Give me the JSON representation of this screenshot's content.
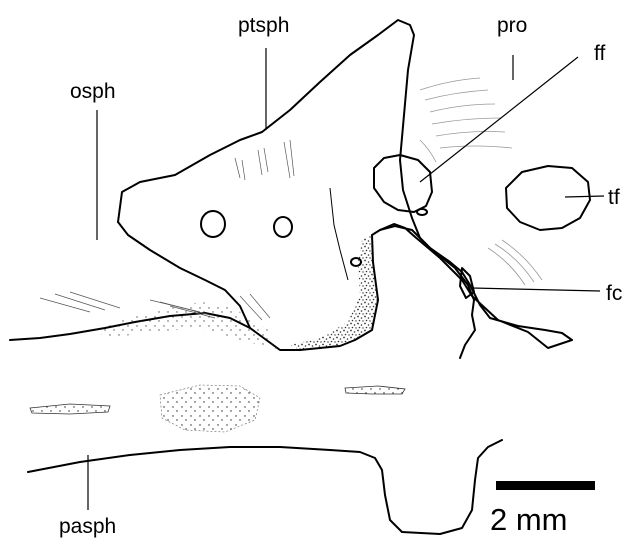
{
  "labels": {
    "ptsph": "ptsph",
    "pro": "pro",
    "osph": "osph",
    "ff": "ff",
    "tf": "tf",
    "fc": "fc",
    "pasph": "pasph"
  },
  "scale_bar": {
    "label": "2 mm"
  },
  "colors": {
    "ink": "#000000",
    "background": "#ffffff",
    "stipple": "#111111"
  }
}
